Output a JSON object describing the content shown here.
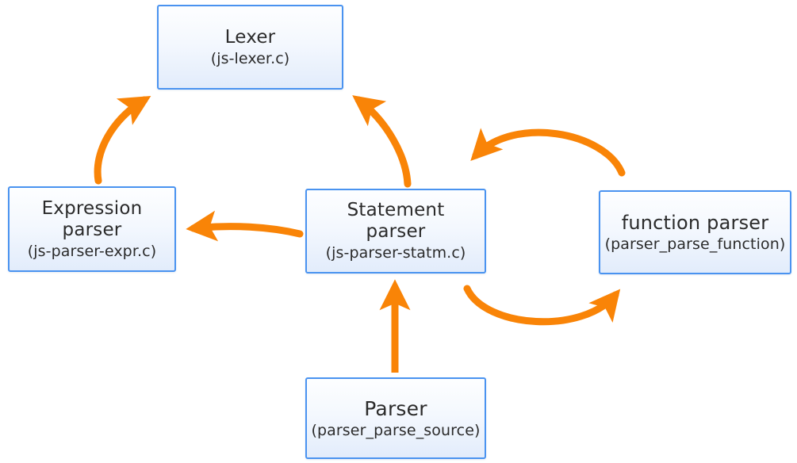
{
  "diagram": {
    "type": "flow-diagram",
    "background_color": "#ffffff",
    "node_border_color": "#4a93f0",
    "node_fill_color": "#e8f0fc",
    "arrow_color": "#f98407",
    "nodes": [
      {
        "id": "lexer",
        "title": "Lexer",
        "subtitle": "(js-lexer.c)"
      },
      {
        "id": "expression-parser",
        "title": "Expression\nparser",
        "subtitle": "(js-parser-expr.c)"
      },
      {
        "id": "statement-parser",
        "title": "Statement\nparser",
        "subtitle": "(js-parser-statm.c)"
      },
      {
        "id": "function-parser",
        "title": "function parser",
        "subtitle": "(parser_parse_function)"
      },
      {
        "id": "parser",
        "title": "Parser",
        "subtitle": "(parser_parse_source)"
      }
    ],
    "edges": [
      {
        "id": "expression-to-lexer",
        "from": "expression-parser",
        "to": "lexer",
        "style": "curved-arrow"
      },
      {
        "id": "statement-to-lexer",
        "from": "statement-parser",
        "to": "lexer",
        "style": "curved-arrow"
      },
      {
        "id": "statement-to-expression",
        "from": "statement-parser",
        "to": "expression-parser",
        "style": "curved-arrow"
      },
      {
        "id": "function-to-statement",
        "from": "function-parser",
        "to": "statement-parser",
        "style": "arc-arrow-top"
      },
      {
        "id": "statement-to-function",
        "from": "statement-parser",
        "to": "function-parser",
        "style": "arc-arrow-bottom"
      },
      {
        "id": "parser-to-statement",
        "from": "parser",
        "to": "statement-parser",
        "style": "straight-arrow"
      }
    ]
  }
}
